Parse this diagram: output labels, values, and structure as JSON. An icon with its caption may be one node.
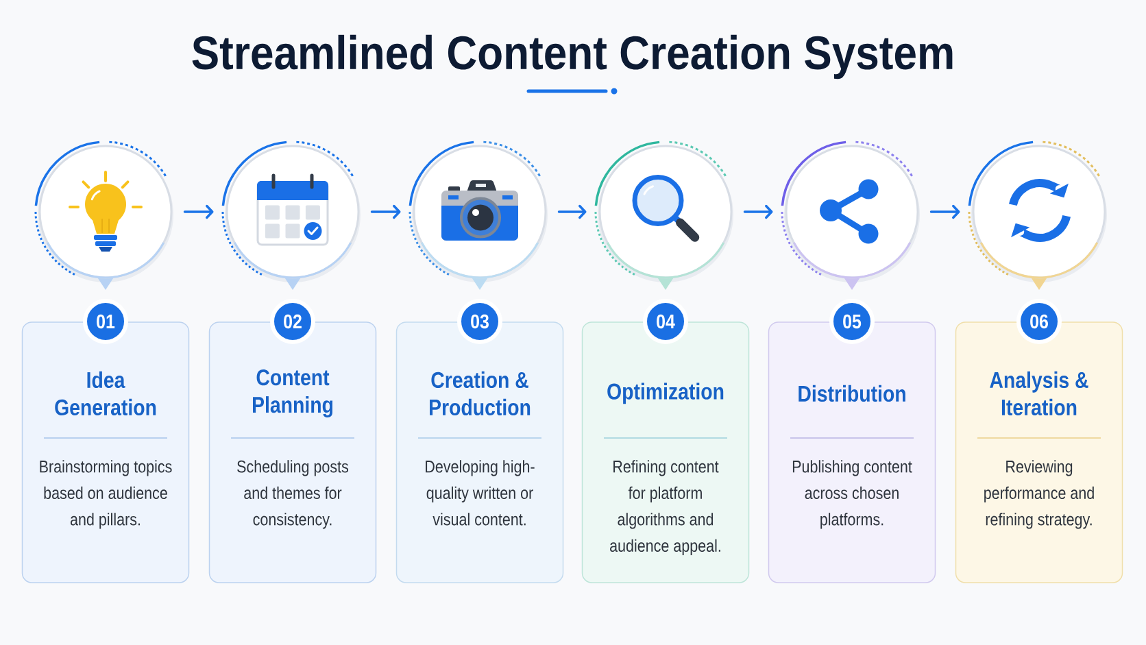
{
  "diagram": {
    "title": "Streamlined Content Creation System",
    "nodes": [
      {
        "text": [],
        "shape": "circle"
      },
      {
        "text": [],
        "shape": "circle"
      },
      {
        "text": [],
        "shape": "circle"
      },
      {
        "text": [],
        "shape": "circle"
      },
      {
        "text": [],
        "shape": "circle"
      },
      {
        "text": [],
        "shape": "circle"
      },
      {
        "text": [
          "01"
        ]
      },
      {
        "text": [
          "02"
        ]
      },
      {
        "text": [
          "03"
        ]
      },
      {
        "text": [
          "04"
        ]
      },
      {
        "text": [
          "05"
        ]
      },
      {
        "text": [
          "06"
        ]
      },
      {
        "text": [
          "Idea Generation",
          "Brainstorming topics based on audience and pillars."
        ]
      },
      {
        "text": [
          "Content Planning",
          "Scheduling posts and themes for consistency."
        ]
      },
      {
        "text": [
          "Creation & Production",
          "Developing high-quality written or visual content."
        ]
      },
      {
        "text": [
          "Optimization",
          "Refining content for platform algorithms and audience appeal."
        ]
      },
      {
        "text": [
          "Distribution",
          "Publishing content across chosen platforms."
        ]
      },
      {
        "text": [
          "Analysis & Iteration",
          "Reviewing performance and refining strategy."
        ]
      }
    ],
    "edges": [
      {
        "from": 0,
        "to": 1,
        "arrow": "to"
      },
      {
        "from": 1,
        "to": 2,
        "arrow": "to"
      },
      {
        "from": 2,
        "to": 3,
        "arrow": "to"
      },
      {
        "from": 3,
        "to": 4,
        "arrow": "to"
      },
      {
        "from": 4,
        "to": 5,
        "arrow": "to"
      }
    ]
  }
}
